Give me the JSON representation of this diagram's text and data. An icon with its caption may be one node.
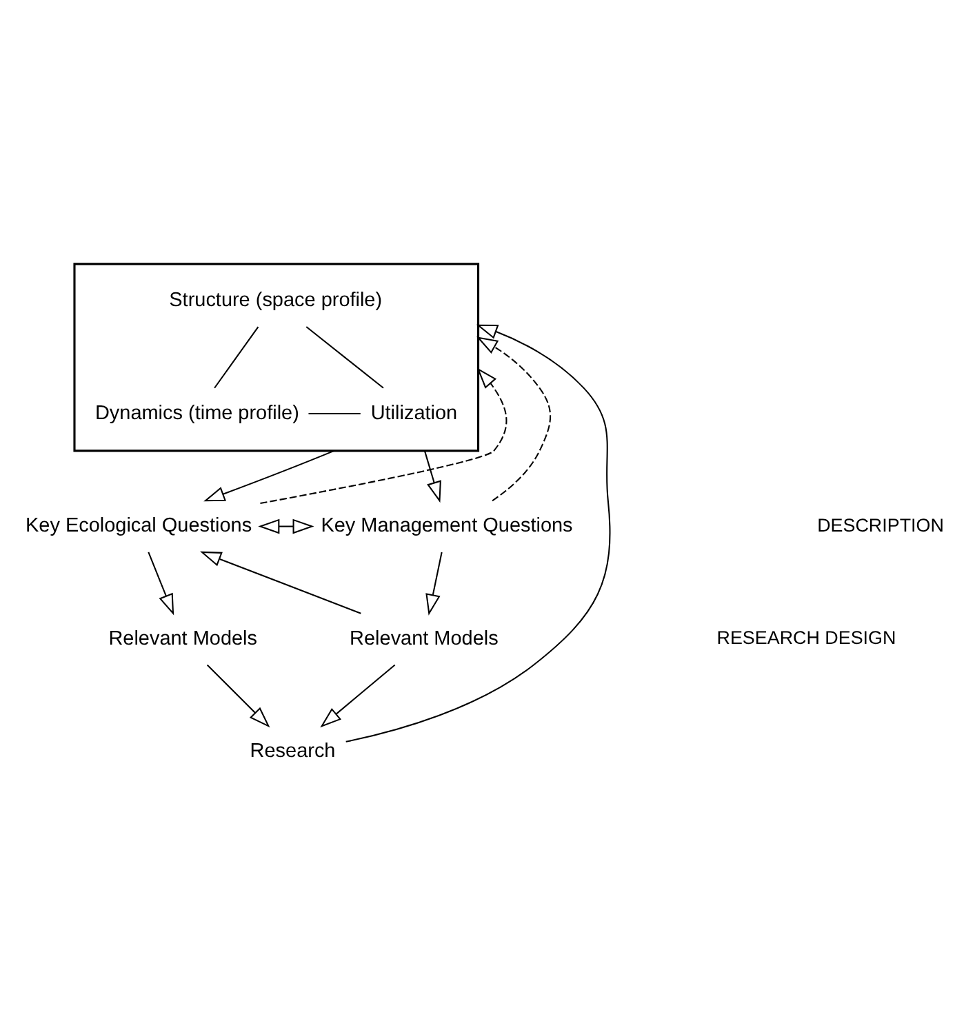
{
  "diagram": {
    "nodes": [
      {
        "text": [],
        "shape": "box"
      },
      {
        "text": [
          "Structure (space profile)"
        ],
        "in": 0
      },
      {
        "text": [
          "Dynamics (time profile)"
        ],
        "in": 0
      },
      {
        "text": [
          "Utilization"
        ],
        "in": 0
      },
      {
        "text": [
          "Key Ecological Questions"
        ]
      },
      {
        "text": [
          "Key Management Questions"
        ]
      },
      {
        "text": [
          "Relevant Models"
        ]
      },
      {
        "text": [
          "Relevant Models"
        ]
      },
      {
        "text": [
          "Research"
        ]
      }
    ],
    "edges": [
      {
        "from": 1,
        "to": 2,
        "arrow": "none"
      },
      {
        "from": 1,
        "to": 3,
        "arrow": "none"
      },
      {
        "from": 2,
        "to": 3,
        "arrow": "none"
      },
      {
        "from": 0,
        "to": 4,
        "arrow": "to"
      },
      {
        "from": 0,
        "to": 5,
        "arrow": "to"
      },
      {
        "from": 4,
        "to": 5,
        "arrow": "both"
      },
      {
        "from": 4,
        "to": 0,
        "arrow": "to",
        "style": "dashed"
      },
      {
        "from": 5,
        "to": 0,
        "arrow": "to",
        "style": "dashed"
      },
      {
        "from": 4,
        "to": 6,
        "arrow": "to"
      },
      {
        "from": 5,
        "to": 7,
        "arrow": "to"
      },
      {
        "from": 7,
        "to": 4,
        "arrow": "to"
      },
      {
        "from": 6,
        "to": 8,
        "arrow": "to"
      },
      {
        "from": 7,
        "to": 8,
        "arrow": "to"
      },
      {
        "from": 8,
        "to": 0,
        "arrow": "to"
      }
    ],
    "labels": [
      "DESCRIPTION",
      "RESEARCH DESIGN"
    ]
  }
}
